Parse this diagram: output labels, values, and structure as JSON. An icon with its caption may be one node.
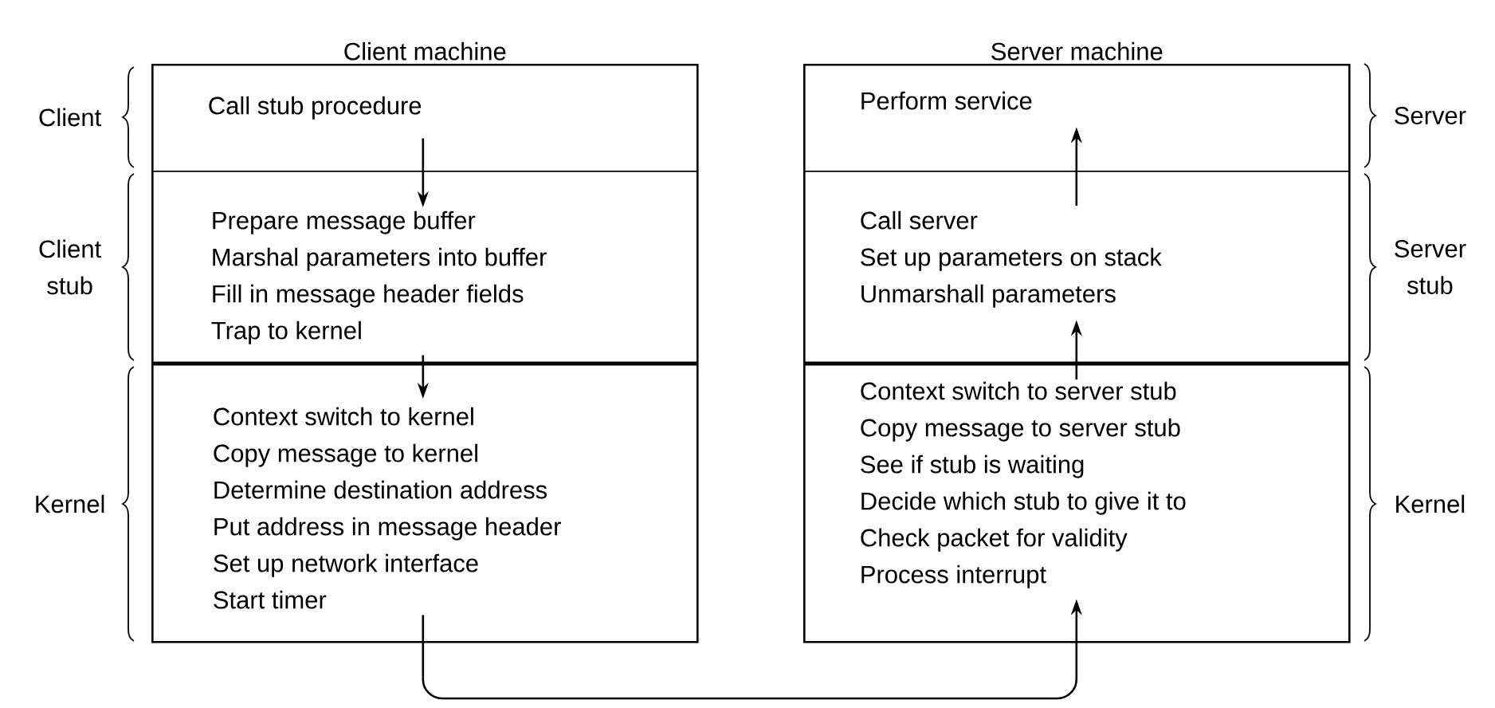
{
  "diagram": {
    "nodes": [
      {
        "text": [
          "Client machine"
        ]
      },
      {
        "text": [
          "Call stub procedure"
        ],
        "in": 0,
        "beside": [
          "Client"
        ]
      },
      {
        "text": [
          "Prepare message buffer",
          "Marshal parameters into buffer",
          "Fill in message header fields",
          "Trap to kernel"
        ],
        "in": 0,
        "beside": [
          "Client stub"
        ]
      },
      {
        "text": [
          "Context switch to kernel",
          "Copy message to kernel",
          "Determine destination address",
          "Put address in message header",
          "Set up network interface",
          "Start timer"
        ],
        "in": 0,
        "beside": [
          "Kernel"
        ]
      },
      {
        "text": [
          "Server machine"
        ]
      },
      {
        "text": [
          "Perform service"
        ],
        "in": 4,
        "beside": [
          "Server"
        ]
      },
      {
        "text": [
          "Call server",
          "Set up parameters on stack",
          "Unmarshall parameters"
        ],
        "in": 4,
        "beside": [
          "Server stub"
        ]
      },
      {
        "text": [
          "Context switch to server stub",
          "Copy message to server stub",
          "See if stub is waiting",
          "Decide which stub to give it to",
          "Check packet for validity",
          "Process interrupt"
        ],
        "in": 4,
        "beside": [
          "Kernel"
        ]
      }
    ],
    "edges": [
      {
        "from": 1,
        "to": 2,
        "arrow": "to"
      },
      {
        "from": 2,
        "to": 3,
        "arrow": "to"
      },
      {
        "from": 3,
        "to": 7,
        "arrow": "to"
      },
      {
        "from": 7,
        "to": 6,
        "arrow": "to"
      },
      {
        "from": 6,
        "to": 5,
        "arrow": "to"
      }
    ]
  }
}
